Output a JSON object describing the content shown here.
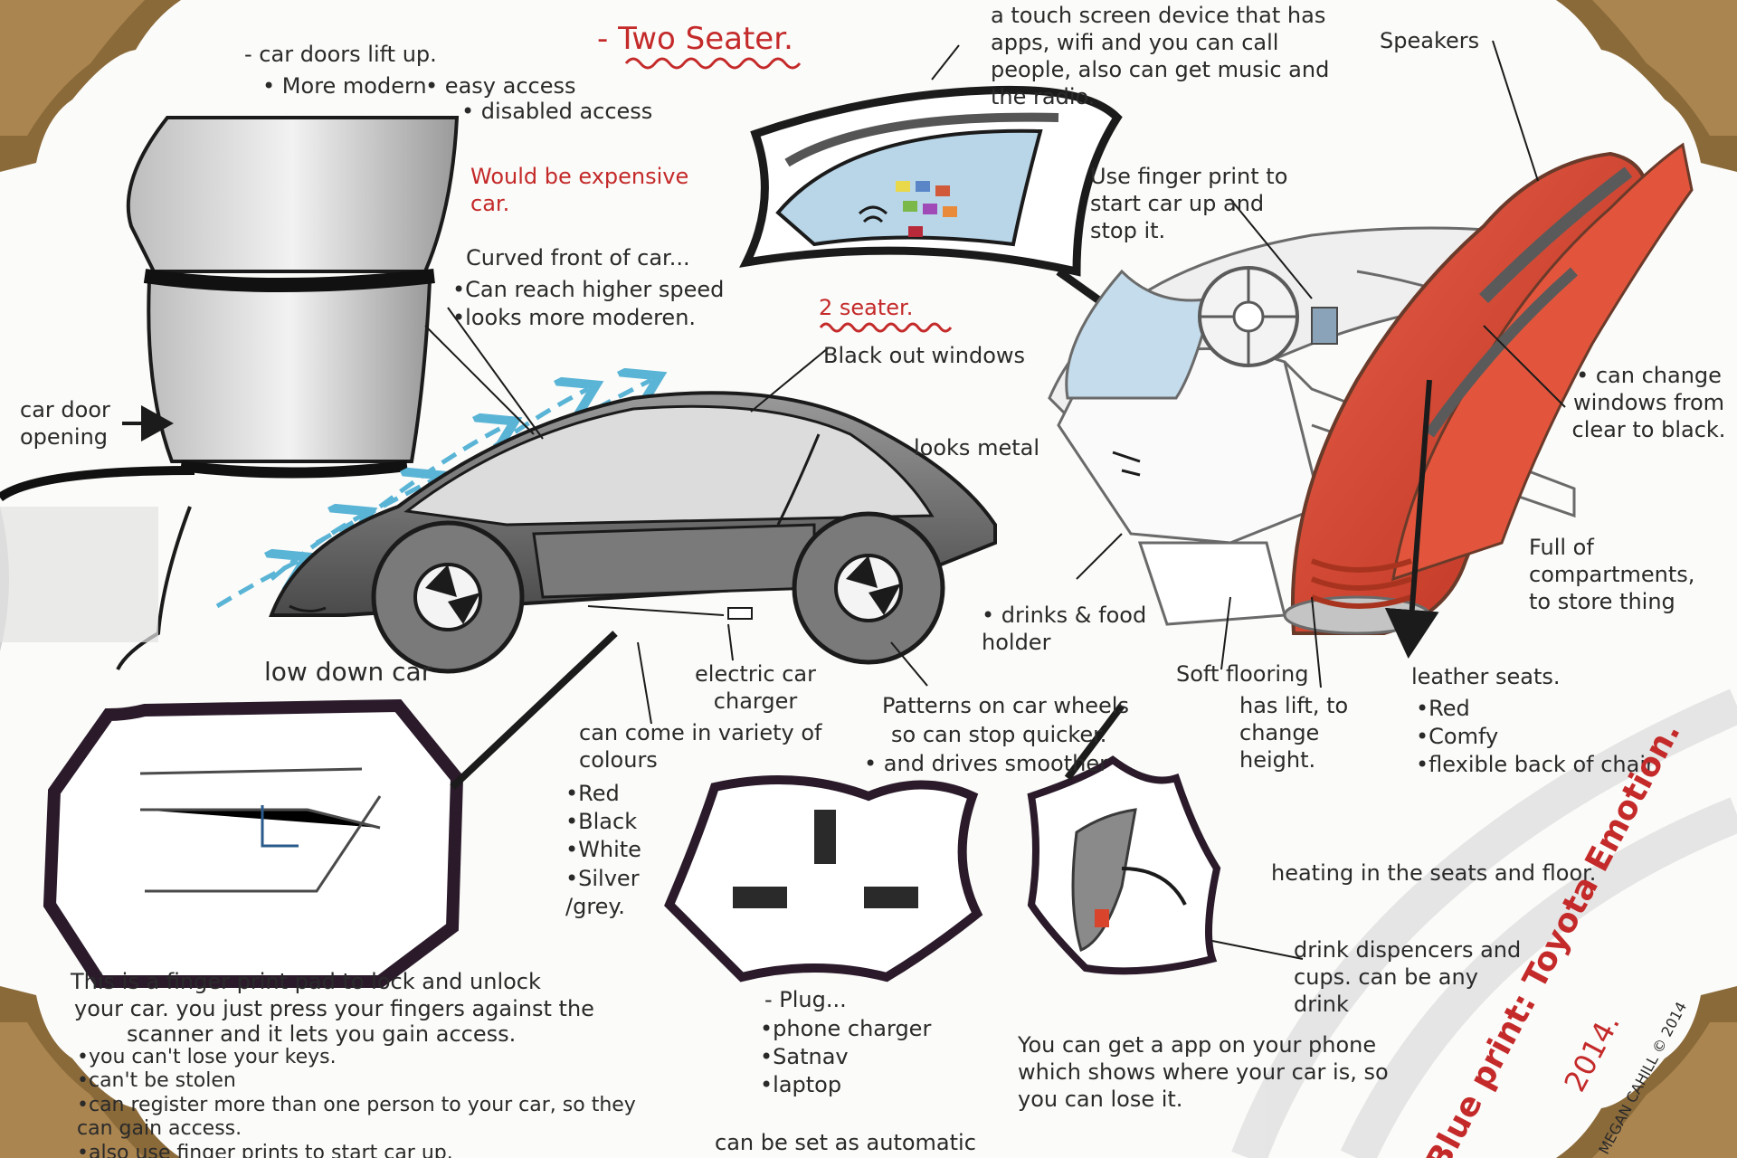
{
  "title": "- Two Seater.",
  "doors": {
    "heading": "- car doors lift up.",
    "points": [
      "More modern",
      "easy access",
      "disabled access"
    ],
    "door_label": "car door opening"
  },
  "expense_note": "Would be expensive car.",
  "curved_front": {
    "heading": "Curved front of car...",
    "points": [
      "Can reach higher speed",
      "looks more moderen."
    ]
  },
  "two_seater_note": "2 seater.",
  "black_out": "Black out windows",
  "looks_metal": "looks metal",
  "low_down": "low down car",
  "charger": "electric car charger",
  "wheels_note": {
    "line1": "Patterns on car wheels",
    "line2": "so can stop quicker.",
    "line3": "and drives smoother"
  },
  "colours": {
    "heading": "can come in variety of colours",
    "items": [
      "Red",
      "Black",
      "White",
      "Silver /grey."
    ]
  },
  "touch_screen": "a touch screen device that has apps, wifi and you can call people, also can get music and the radio.",
  "fingerprint_start": "Use finger print to start car up and stop it.",
  "speakers": "Speakers",
  "windows_change": "can change windows from clear to black.",
  "compartments": "Full of compartments, to store thing",
  "drinks_holder": "drinks & food holder",
  "soft_flooring": "Soft flooring",
  "lift": "has lift, to change height.",
  "seats": {
    "heading": "leather seats.",
    "items": [
      "Red",
      "Comfy",
      "flexible back of chair"
    ]
  },
  "heating": "heating in the seats and floor.",
  "dispencers": "drink dispencers and cups. can be any drink",
  "app": "You can get a app on your phone which shows where your car is, so you can lose it.",
  "plug": {
    "heading": "- Plug...",
    "items": [
      "phone charger",
      "Satnav",
      "laptop"
    ]
  },
  "automatic": "can be set as automatic",
  "fingerprint_pad": {
    "line1": "This is a finger print pad to lock and unlock",
    "line2": "your car. you just press your fingers against the",
    "line3": "scanner and it lets you gain access.",
    "items": [
      "you can't lose your keys.",
      "can't be stolen",
      "can register more than one person to your car, so they can gain access.",
      "also use finger prints to start car up."
    ]
  },
  "signature": {
    "blueprint": "Blue print: ",
    "car": "Toyota Emotion.",
    "year": "2014.",
    "artist": "MEGAN CAHILL © 2014"
  },
  "colors": {
    "paper": "#fbfbf9",
    "ink": "#2a2a2a",
    "red_ink": "#c42a2a",
    "seat_red": "#d9442c",
    "arrow_blue": "#5ab4d6",
    "corner_brown": "#8b6a3a"
  }
}
